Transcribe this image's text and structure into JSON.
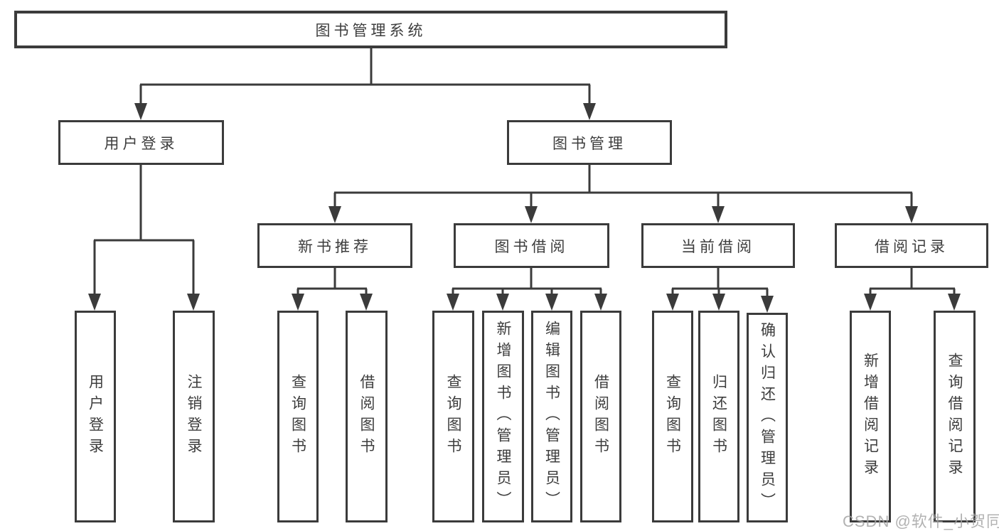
{
  "diagram_title": "图书管理系统",
  "tree": {
    "label": "图书管理系统",
    "children": [
      {
        "label": "用户登录",
        "children": [
          {
            "label": "用户登录"
          },
          {
            "label": "注销登录"
          }
        ]
      },
      {
        "label": "图书管理",
        "children": [
          {
            "label": "新书推荐",
            "children": [
              {
                "label": "查询图书"
              },
              {
                "label": "借阅图书"
              }
            ]
          },
          {
            "label": "图书借阅",
            "children": [
              {
                "label": "查询图书"
              },
              {
                "label": "新增图书（管理员）"
              },
              {
                "label": "编辑图书（管理员）"
              },
              {
                "label": "借阅图书"
              }
            ]
          },
          {
            "label": "当前借阅",
            "children": [
              {
                "label": "查询图书"
              },
              {
                "label": "归还图书"
              },
              {
                "label": "确认归还（管理员）"
              }
            ]
          },
          {
            "label": "借阅记录",
            "children": [
              {
                "label": "新增借阅记录"
              },
              {
                "label": "查询借阅记录"
              }
            ]
          }
        ]
      }
    ]
  },
  "watermark": "CSDN @软件_小贺同学",
  "colors": {
    "line": "#3b3b3b",
    "text": "#3d3d3d",
    "background": "#ffffff",
    "watermark": "#a4a4a4"
  }
}
